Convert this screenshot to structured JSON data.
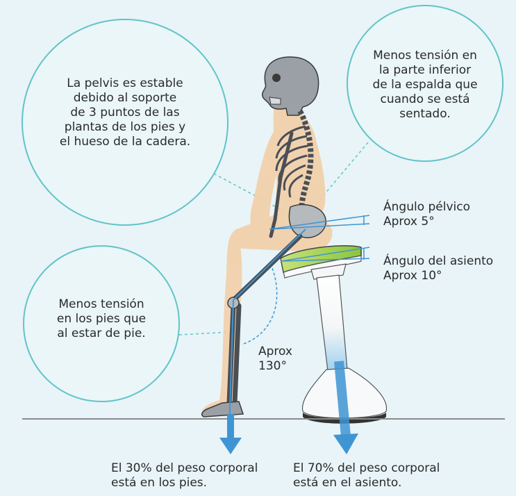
{
  "callouts": {
    "pelvis": {
      "lines": [
        "La pelvis es estable",
        "debido al soporte",
        "de 3 puntos de las",
        "plantas de los pies y",
        "el hueso de la cadera."
      ]
    },
    "back": {
      "lines": [
        "Menos tensión en",
        "la parte inferior",
        "de la espalda que",
        "cuando se está",
        "sentado."
      ]
    },
    "feet": {
      "lines": [
        "Menos tensión",
        "en los pies que",
        "al estar de pie."
      ]
    }
  },
  "angles": {
    "pelvic": {
      "label": "Ángulo pélvico",
      "value": "Aprox 5°"
    },
    "seat": {
      "label": "Ángulo del asiento",
      "value": "Aprox 10°"
    },
    "knee": {
      "lines": [
        "Aprox",
        "130°"
      ]
    }
  },
  "weights": {
    "feet": {
      "lines": [
        "El 30% del peso corporal",
        "está en los pies."
      ]
    },
    "seat": {
      "lines": [
        "El 70% del peso corporal",
        "está en el asiento."
      ]
    }
  },
  "colors": {
    "background": "#e8f4f7",
    "circle_stroke": "#62c3c8",
    "arrow_blue": "#3f95d4",
    "body_tone": "#f3cfa8",
    "seat_green": "#a3d24a",
    "ground": "#8a8a8a"
  }
}
